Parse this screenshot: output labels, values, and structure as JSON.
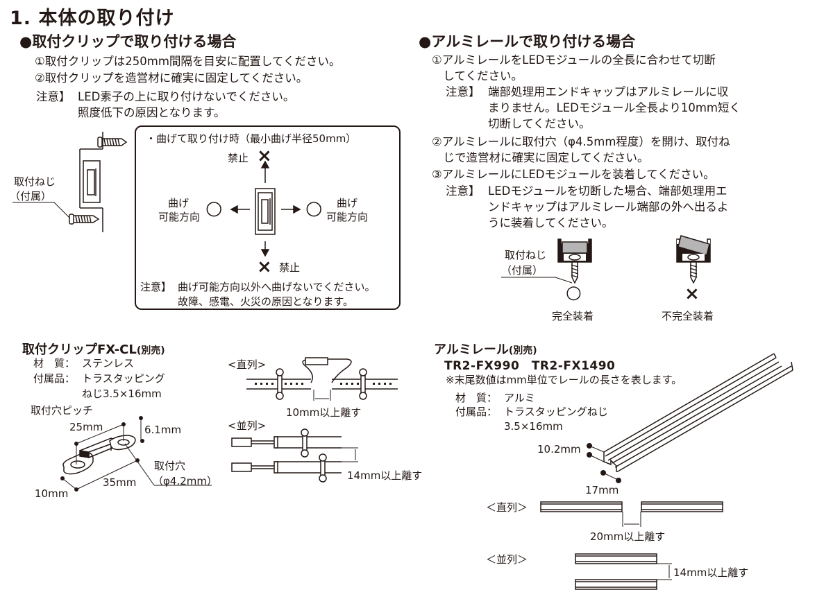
{
  "title": "1. 本体の取り付け",
  "clip_section": {
    "heading": "●取付クリップで取り付ける場合",
    "steps": [
      "①取付クリップは250mm間隔を目安に配置してください。",
      "②取付クリップを造営材に確実に固定してください。"
    ],
    "caution_label": "注意】",
    "caution_lines": [
      "LED素子の上に取り付けないでください。",
      "照度低下の原因となります。"
    ],
    "screw_label": [
      "取付ねじ",
      "（付属）"
    ],
    "bend_box": {
      "title": "・曲げて取り付け時（最小曲げ半径50mm）",
      "forbidden_top": "禁止",
      "forbidden_bottom": "禁止",
      "forbidden_mark": "×",
      "allowed_mark": "○",
      "allowed_left": [
        "曲げ",
        "可能方向"
      ],
      "allowed_right": [
        "曲げ",
        "可能方向"
      ],
      "caution_label": "注意】",
      "caution_lines": [
        "曲げ可能方向以外へ曲げないでください。",
        "故障、感電、火災の原因となります。"
      ]
    }
  },
  "rail_section": {
    "heading": "●アルミレールで取り付ける場合",
    "lines": [
      "①アルミレールをLEDモジュールの全長に合わせて切断",
      "　してください。"
    ],
    "caution1_label": "注意】",
    "caution1_lines": [
      "端部処理用エンドキャップはアルミレールに収",
      "まりません。LEDモジュール全長より10mm短く",
      "切断してください。"
    ],
    "lines2": [
      "②アルミレールに取付穴（φ4.5mm程度）を開け、取付ね",
      "　じで造営材に確実に固定してください。",
      "③アルミレールにLEDモジュールを装着してください。"
    ],
    "caution2_label": "注意】",
    "caution2_lines": [
      "LEDモジュールを切断した場合、端部処理用エ",
      "ンドキャップはアルミレール端部の外へ出るよ",
      "うに装着してください。"
    ],
    "screw_label": [
      "取付ねじ",
      "（付属）"
    ],
    "ok_mark": "○",
    "ok_label": "完全装着",
    "ng_mark": "×",
    "ng_label": "不完全装着"
  },
  "clip_product": {
    "heading": "取付クリップFX-CL",
    "heading_suffix": "(別売)",
    "material_label": "材　質：",
    "material": "ステンレス",
    "accessory_label": "付属品：",
    "accessory_lines": [
      "トラスタッピング",
      "ねじ3.5×16mm"
    ],
    "pitch_label": "取付穴ピッチ",
    "dims": {
      "pitch": "25mm",
      "height": "6.1mm",
      "length": "35mm",
      "width": "10mm"
    },
    "hole_label": [
      "取付穴",
      "（φ4.2mm）"
    ],
    "series_label": "<直列>",
    "series_gap": "10mm以上離す",
    "parallel_label": "<並列>",
    "parallel_gap": "14mm以上離す"
  },
  "rail_product": {
    "heading": "アルミレール",
    "heading_suffix": "(別売)",
    "models": "TR2-FX990　TR2-FX1490",
    "note": "※末尾数値はmm単位でレールの長さを表します。",
    "material_label": "材　質：",
    "material": "アルミ",
    "accessory_label": "付属品：",
    "accessory_lines": [
      "トラスタッピングねじ",
      "3.5×16mm"
    ],
    "dims": {
      "height": "10.2mm",
      "width": "17mm"
    },
    "series_label": "＜直列＞",
    "series_gap": "20mm以上離す",
    "parallel_label": "＜並列＞",
    "parallel_gap": "14mm以上離す"
  }
}
